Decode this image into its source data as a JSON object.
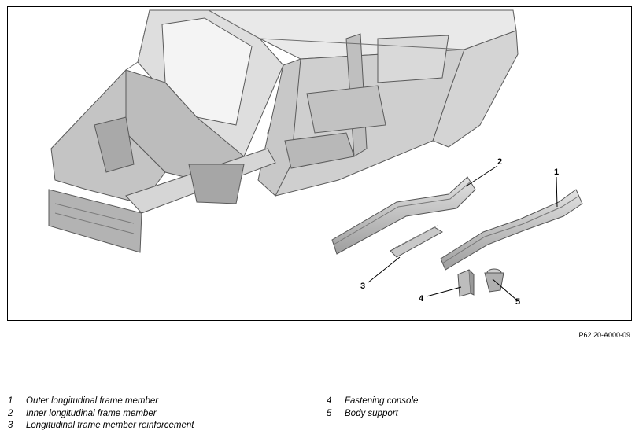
{
  "figure": {
    "reference_code": "P62.20-A000-09",
    "callouts": [
      {
        "id": "1",
        "label": "1"
      },
      {
        "id": "2",
        "label": "2"
      },
      {
        "id": "3",
        "label": "3"
      },
      {
        "id": "4",
        "label": "4"
      },
      {
        "id": "5",
        "label": "5"
      }
    ]
  },
  "legend": {
    "left": [
      {
        "num": "1",
        "text": "Outer longitudinal frame member"
      },
      {
        "num": "2",
        "text": "Inner longitudinal frame member"
      },
      {
        "num": "3",
        "text": "Longitudinal frame member reinforcement"
      }
    ],
    "right": [
      {
        "num": "4",
        "text": "Fastening console"
      },
      {
        "num": "5",
        "text": "Body support"
      }
    ]
  }
}
